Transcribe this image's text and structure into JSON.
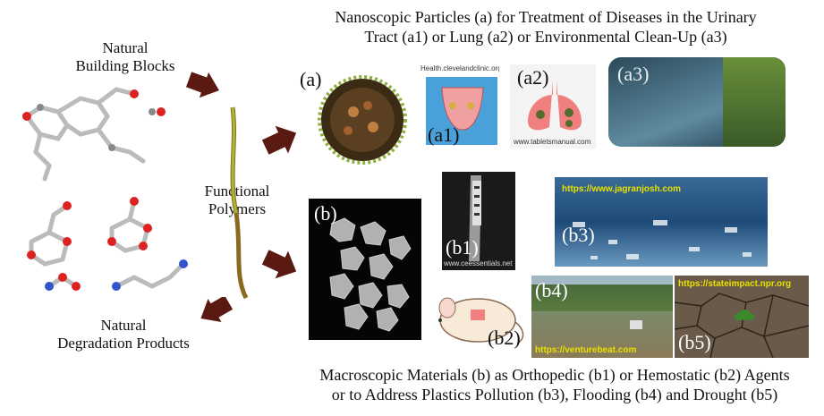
{
  "header": {
    "line1": "Nanoscopic Particles (a) for Treatment of Diseases in the Urinary",
    "line2": "Tract (a1) or Lung (a2) or Environmental Clean-Up (a3)"
  },
  "footer": {
    "line1": "Macroscopic Materials (b) as Orthopedic (b1) or Hemostatic (b2) Agents",
    "line2": "or to Address Plastics Pollution (b3), Flooding (b4) and Drought (b5)"
  },
  "left": {
    "building_blocks": [
      "Natural",
      "Building Blocks"
    ],
    "degradation": [
      "Natural",
      "Degradation Products"
    ],
    "functional": [
      "Functional",
      "Polymers"
    ]
  },
  "panels": {
    "a": "(a)",
    "a1": "(a1)",
    "a2": "(a2)",
    "a3": "(a3)",
    "b": "(b)",
    "b1": "(b1)",
    "b2": "(b2)",
    "b3": "(b3)",
    "b4": "(b4)",
    "b5": "(b5)"
  },
  "sources": {
    "a1": "Health.clevelandclinic.org",
    "a2": "www.tabletsmanual.com",
    "b1": "www.ceessentials.net",
    "b3": "https://www.jagranjosh.com",
    "b4": "https://venturebeat.com",
    "b5": "https://stateimpact.npr.org"
  },
  "colors": {
    "arrow": "#5a1a12",
    "polymer": "#8a6a20"
  }
}
